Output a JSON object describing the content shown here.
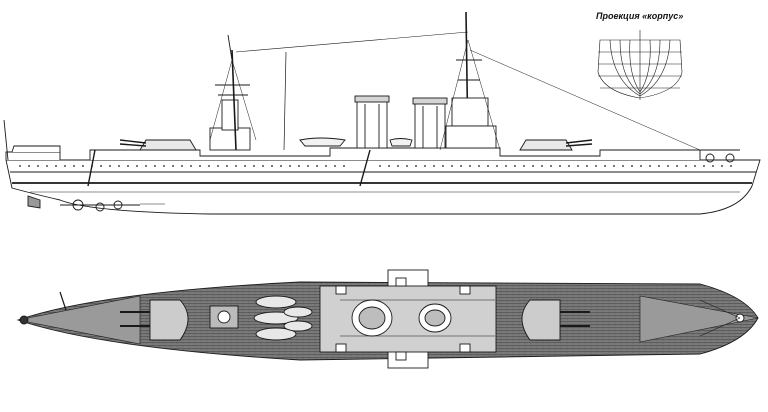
{
  "figure": {
    "caption": "Проекция «корпус»",
    "views": [
      "side-elevation",
      "top-plan",
      "body-plan"
    ],
    "line_color": "#1a1a1a",
    "deck_color": "#6d6d6d",
    "hull_fill": "#ffffff",
    "turret_fill": "#c9c9c9"
  }
}
